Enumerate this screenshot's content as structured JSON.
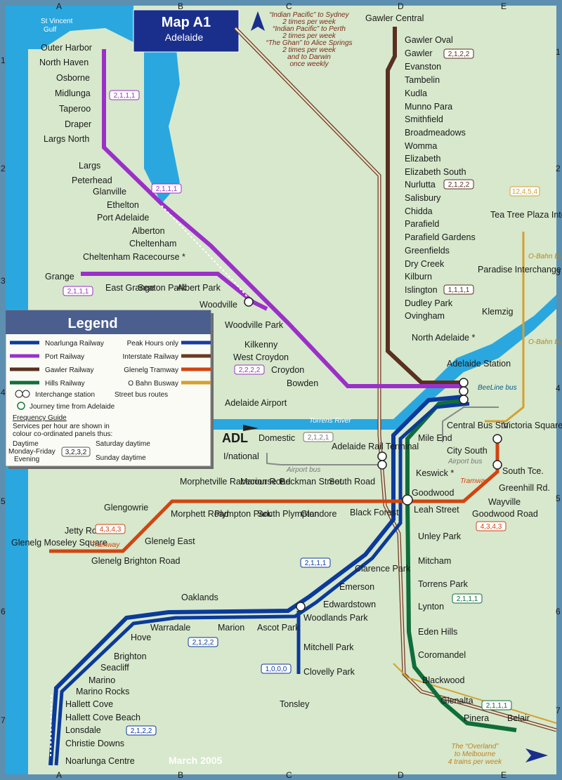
{
  "title": {
    "main": "Map A1",
    "sub": "Adelaide"
  },
  "grid": {
    "cols": [
      "A",
      "B",
      "C",
      "D",
      "E"
    ],
    "rows": [
      "1",
      "2",
      "3",
      "4",
      "5",
      "6",
      "7"
    ]
  },
  "water": {
    "gulf": "St Vincent Gulf",
    "river": "Torrens River"
  },
  "notes": {
    "interstate": [
      "“Indian Pacific” to Sydney",
      "2 times per week",
      "“Indian Pacific” to Perth",
      "2 times per week",
      "“The Ghan” to Alice Springs",
      "2 times per week",
      "and to Darwin",
      "once weekly"
    ],
    "overland": [
      "The “Overland”",
      "to Melbourne",
      "4 trains per week"
    ],
    "date": "March 2005"
  },
  "legend": {
    "title": "Legend",
    "lines": [
      {
        "label": "Noarlunga Railway",
        "color": "#0b3a9a"
      },
      {
        "label": "Port Railway",
        "color": "#9b30c8"
      },
      {
        "label": "Gawler Railway",
        "color": "#5a3020"
      },
      {
        "label": "Hills Railway",
        "color": "#0f6e3a"
      },
      {
        "label": "Peak Hours only",
        "color": "#1a3aa0"
      },
      {
        "label": "Interstate Railway",
        "color": "#6b3a22"
      },
      {
        "label": "Glenelg Tramway",
        "color": "#d24410"
      },
      {
        "label": "O Bahn Busway",
        "color": "#d4a030"
      }
    ],
    "interchange": "Interchange station",
    "bus_routes": "Street bus routes",
    "journey": "Journey time from Adelaide",
    "frequency_title": "Frequency Guide",
    "frequency_text": [
      "Services per hour are shown in",
      "colour co-ordinated panels thus:"
    ],
    "freq_example": "3,2,3,2",
    "freq_labels": {
      "daytime": "Daytime",
      "monfri": "Monday-Friday",
      "evening": "Evening",
      "saturday": "Saturday daytime",
      "sunday": "Sunday daytime"
    }
  },
  "colors": {
    "noarlunga": "#0b3a9a",
    "port": "#9b30c8",
    "gawler": "#5a3020",
    "hills": "#0f6e3a",
    "tram": "#d24410",
    "obahn": "#d4a030",
    "land": "#d7e8cc",
    "sea": "#2aa7df"
  },
  "freq": {
    "port_north": "2,1,1,1",
    "port_mid": "2,1,1,1",
    "grange": "2,1,1,1",
    "woodville": "2,2,2,2",
    "gawler": "2,1,2,2",
    "nurlutta": "2,1,2,2",
    "islington": "1,1,1,1",
    "obahn": "12,4,5,4",
    "airport": "2,1,2,1",
    "tram_glenelg": "4,3,4,3",
    "tram_city": "4,3,4,3",
    "noarlunga_mid": "2,1,1,1",
    "warradale": "2,1,2,2",
    "tonsley": "1,0,0,0",
    "lynton": "2,1,1,1",
    "noarlunga_south": "2,1,2,2",
    "belair": "2,1,1,1"
  },
  "stations": {
    "port": [
      "Outer Harbor",
      "North Haven",
      "Osborne",
      "Midlunga",
      "Taperoo",
      "Draper",
      "Largs North",
      "Largs",
      "Peterhead",
      "Glanville",
      "Ethelton",
      "Port Adelaide",
      "Alberton",
      "Cheltenham",
      "Cheltenham Racecourse *"
    ],
    "grange": [
      "Grange",
      "East Grange",
      "Seaton Park",
      "Albert Park",
      "Woodville"
    ],
    "woodville_line": [
      "Woodville Park",
      "Kilkenny",
      "West Croydon",
      "Croydon",
      "Bowden"
    ],
    "gawler": [
      "Gawler Central",
      "Gawler Oval",
      "Gawler",
      "Evanston",
      "Tambelin",
      "Kudla",
      "Munno Para",
      "Smithfield",
      "Broadmeadows",
      "Womma",
      "Elizabeth",
      "Elizabeth South",
      "Nurlutta",
      "Salisbury",
      "Chidda",
      "Parafield",
      "Parafield Gardens",
      "Greenfields",
      "Dry Creek",
      "Kilburn",
      "Islington",
      "Dudley Park",
      "Ovingham",
      "North Adelaide *"
    ],
    "city": [
      "Adelaide Station",
      "Adelaide Rail Terminal",
      "Mile End",
      "Keswick *",
      "Goodwood",
      "Leah Street"
    ],
    "obahn": [
      "Tea Tree Plaza Interchange",
      "Paradise Interchange",
      "Klemzig"
    ],
    "city_misc": [
      "Central Bus Stn",
      "City South",
      "Victoria Square",
      "South Tce.",
      "Greenhill Rd.",
      "Wayville",
      "Goodwood Road"
    ],
    "airport": [
      "Adelaide Airport",
      "Domestic",
      "I/national",
      "ADL"
    ],
    "tram": [
      "Glenelg Moseley Square",
      "Jetty Road",
      "Glenelg Brighton Road",
      "Glengowrie",
      "Glenelg East",
      "Morphetville Racecourse *",
      "Morphett Road",
      "Marion Road",
      "Plympton Park",
      "Beckman Street",
      "South Plympton",
      "South Road",
      "Glandore",
      "Black Forest"
    ],
    "noarlunga": [
      "Clarence Park",
      "Emerson",
      "Edwardstown",
      "Woodlands Park",
      "Oaklands",
      "Ascot Park",
      "Marion",
      "Warradale",
      "Hove",
      "Brighton",
      "Seacliff",
      "Marino",
      "Marino Rocks",
      "Hallett Cove",
      "Hallett Cove Beach",
      "Lonsdale",
      "Christie Downs",
      "Noarlunga Centre"
    ],
    "tonsley": [
      "Mitchell Park",
      "Clovelly Park",
      "Tonsley"
    ],
    "hills": [
      "Unley Park",
      "Mitcham",
      "Torrens Park",
      "Lynton",
      "Eden Hills",
      "Coromandel",
      "Blackwood",
      "Glenalta",
      "Pinera",
      "Belair"
    ]
  },
  "labels": {
    "beeline": "BeeLine bus",
    "airport_bus": "Airport bus",
    "airport_bus2": "Airport bus",
    "tramway": "Tramway",
    "tramway2": "Tramway",
    "obahn_busway": "O-Bahn Busway",
    "obahn_busway2": "O-Bahn Busway"
  }
}
